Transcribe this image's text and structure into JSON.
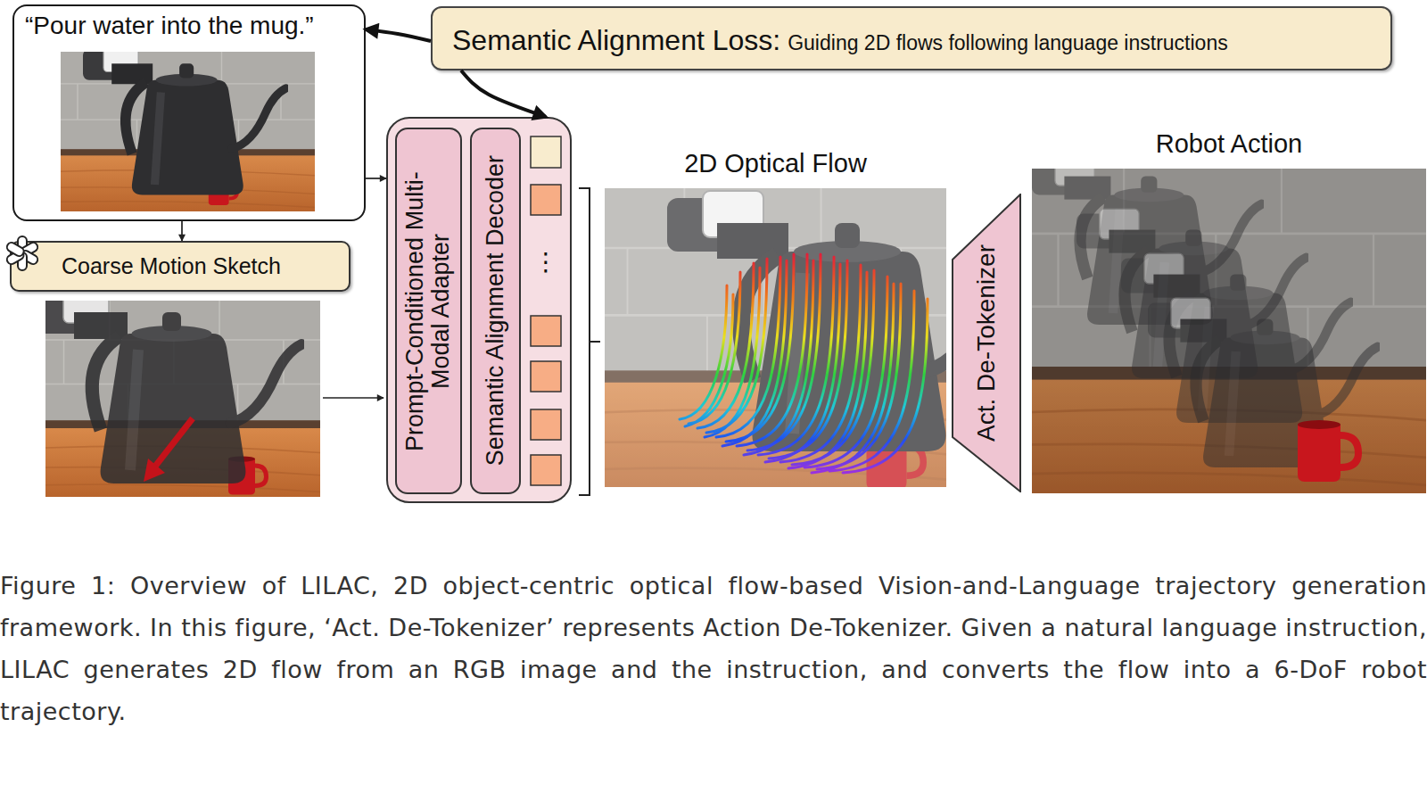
{
  "diagram": {
    "caption": "Figure 1: Overview of LILAC, 2D object-centric optical flow-based Vision-and-Language trajectory generation framework. In this figure, ‘Act. De-Tokenizer’ represents Action De-Tokenizer. Given a natural language instruction, LILAC generates 2D flow from an RGB image and the instruction, and converts the flow into a 6-DoF robot trajectory.",
    "nodes": [
      {
        "text": [
          "“Pour water into the mug.”"
        ]
      },
      {
        "text": [
          "Coarse Motion Sketch"
        ]
      },
      {
        "text": [
          "Semantic Alignment Loss:",
          "Guiding 2D flows following language instructions"
        ]
      },
      {
        "text": [
          "⋮"
        ]
      },
      {
        "text": [
          "Prompt-Conditioned Multi-Modal Adapter"
        ],
        "in": 3
      },
      {
        "text": [
          "Semantic Alignment Decoder"
        ],
        "in": 3
      },
      {
        "text": [
          "2D Optical Flow"
        ]
      },
      {
        "text": [
          "Act. De-Tokenizer"
        ]
      },
      {
        "text": [
          "Robot Action"
        ]
      }
    ],
    "edges": [
      {
        "from": 2,
        "to": 0,
        "arrow": "to"
      },
      {
        "from": 2,
        "to": 3,
        "arrow": "to"
      },
      {
        "from": 0,
        "to": 3,
        "arrow": "to"
      },
      {
        "from": 0,
        "to": 1,
        "arrow": "to"
      }
    ]
  }
}
